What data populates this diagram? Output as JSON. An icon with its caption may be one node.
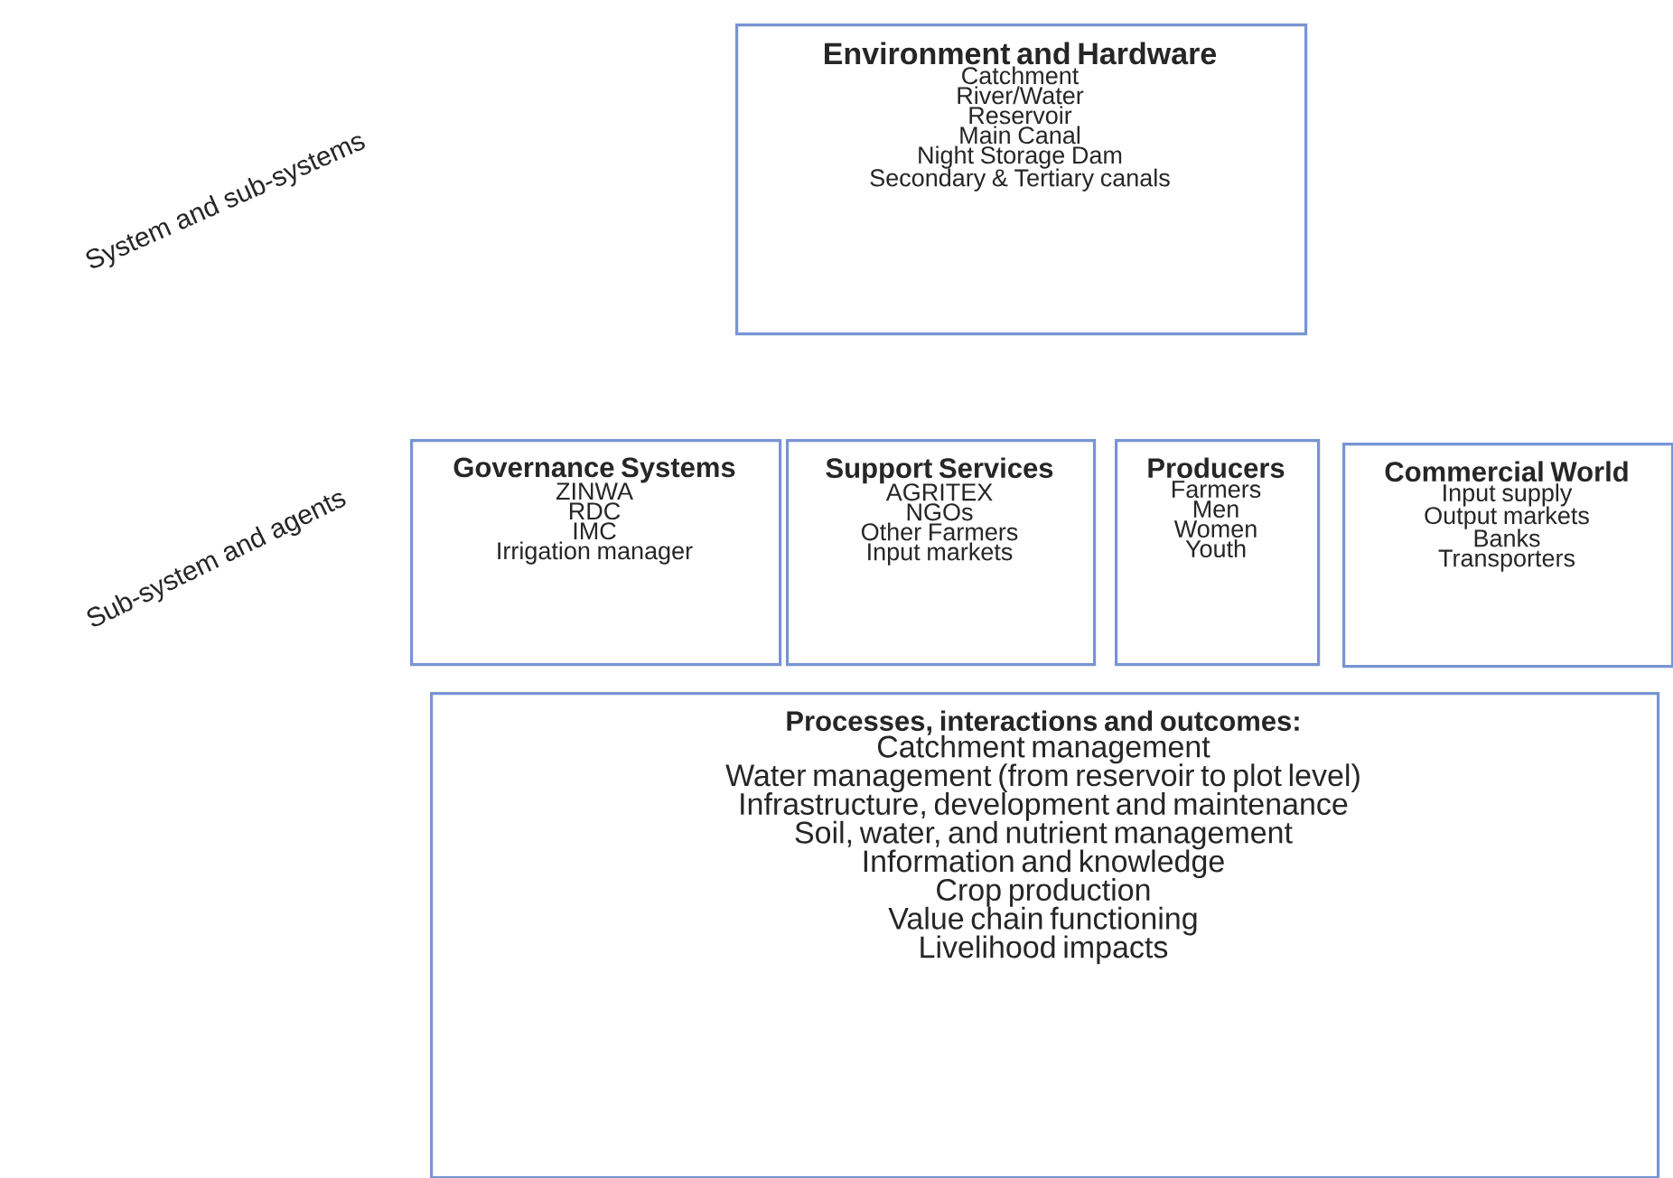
{
  "diagram": {
    "nodes": [
      {
        "text": [
          "Environment and Hardware",
          "Catchment",
          "River/Water",
          "Reservoir",
          "Main Canal",
          "Night Storage Dam",
          "Secondary & Tertiary canals"
        ]
      },
      {
        "text": [
          "Governance Systems",
          "ZINWA",
          "RDC",
          "IMC",
          "Irrigation manager"
        ]
      },
      {
        "text": [
          "Support Services",
          "AGRITEX",
          "NGOs",
          "Other Farmers",
          "Input markets"
        ]
      },
      {
        "text": [
          "Producers",
          "Farmers",
          "Men",
          "Women",
          "Youth"
        ]
      },
      {
        "text": [
          "Commercial World",
          "Input supply",
          "Output markets",
          "Banks",
          "Transporters"
        ]
      },
      {
        "text": [
          "Processes, interactions and outcomes:",
          "Catchment management",
          "Water management (from reservoir to plot level)",
          "Infrastructure, development and maintenance",
          "Soil, water, and nutrient management",
          "Information and knowledge",
          "Crop production",
          "Value chain functioning",
          "Livelihood impacts"
        ]
      }
    ],
    "labels": [
      "System and sub-systems",
      "Sub-system and agents"
    ]
  }
}
